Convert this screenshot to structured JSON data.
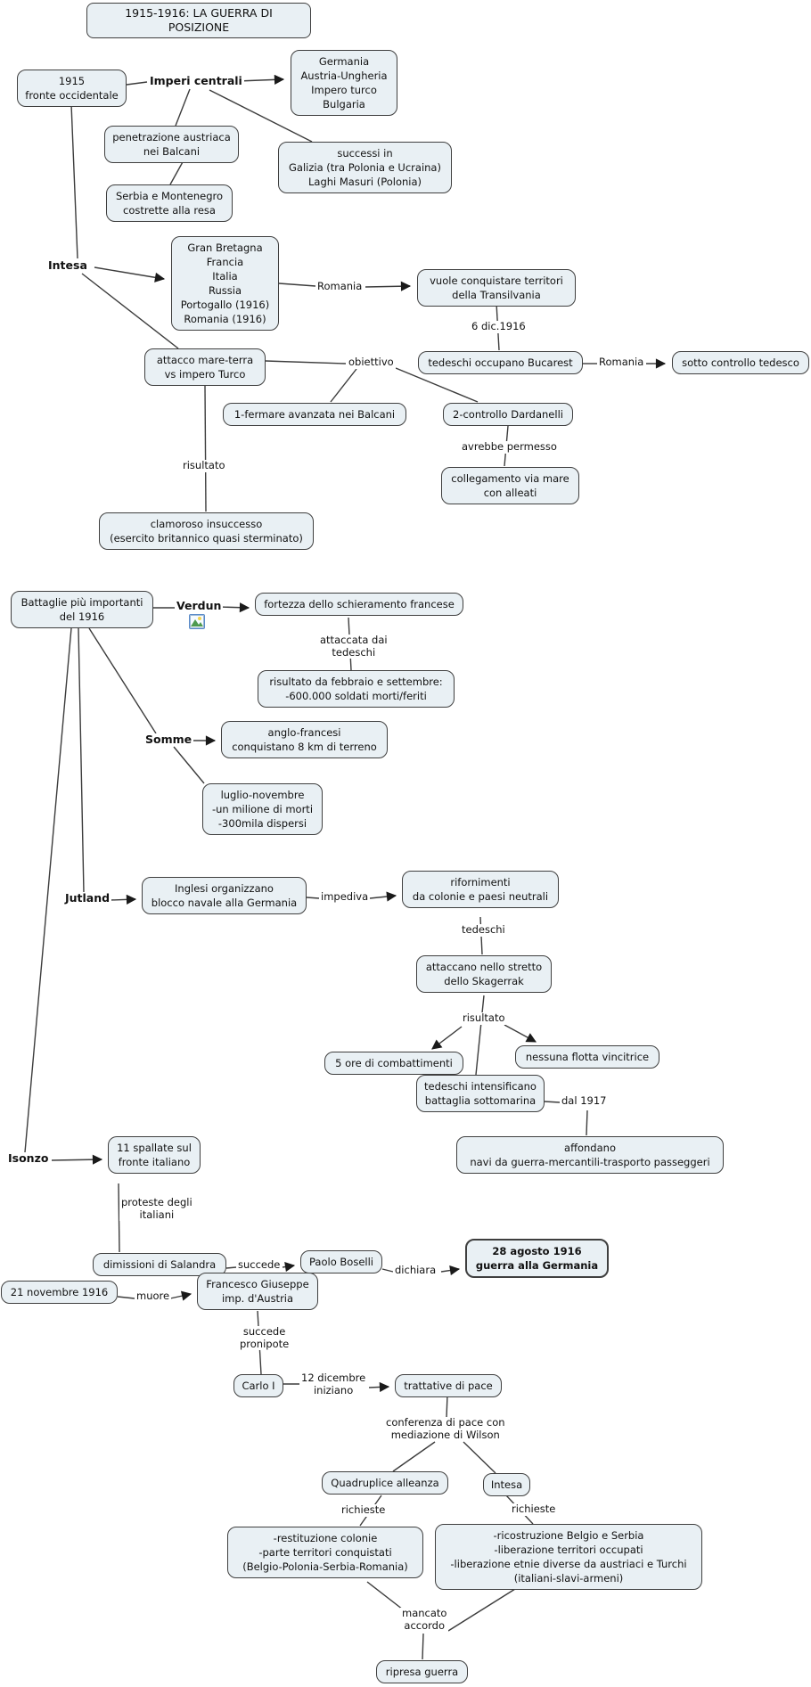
{
  "title": "1915-1916: LA GUERRA DI POSIZIONE",
  "colors": {
    "node_fill": "#e9f0f4",
    "node_border": "#3f3f3f",
    "connector": "#3c3c3c",
    "text": "#111111",
    "icon_border": "#5b8bc9"
  },
  "icons": {
    "verdun_attachment": "picture-icon"
  },
  "nodes": {
    "title_box": "1915-1916: LA GUERRA DI POSIZIONE",
    "fronte_1915": "1915\nfronte occidentale",
    "imperi_membri": "Germania\nAustria-Ungheria\nImpero turco\nBulgaria",
    "penetrazione": "penetrazione austriaca\nnei Balcani",
    "successi": "successi in\nGalizia (tra Polonia e Ucraina)\nLaghi Masuri (Polonia)",
    "serbia": "Serbia e Montenegro\ncostrette alla resa",
    "intesa_membri": "Gran Bretagna\nFrancia\nItalia\nRussia\nPortogallo (1916)\nRomania (1916)",
    "transilvania": "vuole conquistare territori\ndella Transilvania",
    "bucarest": "tedeschi occupano Bucarest",
    "controllo_tedesco": "sotto controllo tedesco",
    "attacco_mare_terra": "attacco mare-terra\nvs impero Turco",
    "fermare_balcani": "1-fermare avanzata nei Balcani",
    "dardanelli": "2-controllo Dardanelli",
    "collegamento": "collegamento via mare\ncon alleati",
    "clamoroso": "clamoroso insuccesso\n(esercito britannico quasi sterminato)",
    "battaglie_1916": "Battaglie più importanti\ndel 1916",
    "fortezza": "fortezza dello schieramento francese",
    "risultato_verdun": "risultato da febbraio e settembre:\n-600.000 soldati morti/feriti",
    "anglo_francesi": "anglo-francesi\nconquistano 8 km di terreno",
    "luglio_novembre": "luglio-novembre\n-un milione di morti\n-300mila dispersi",
    "blocco_navale": "Inglesi organizzano\nblocco navale alla Germania",
    "rifornimenti": "rifornimenti\nda colonie e paesi neutrali",
    "skagerrak": "attaccano nello stretto\ndello Skagerrak",
    "cinque_ore": "5 ore di combattimenti",
    "nessuna_flotta": "nessuna flotta vincitrice",
    "sottomarina": "tedeschi intensificano\nbattaglia sottomarina",
    "affondano": "affondano\nnavi da guerra-mercantili-trasporto passeggeri",
    "spallate": "11 spallate sul\nfronte italiano",
    "dimissioni": "dimissioni di Salandra",
    "boselli": "Paolo Boselli",
    "guerra_germania": "28 agosto 1916\nguerra alla Germania",
    "novembre_21": "21 novembre 1916",
    "francesco_giuseppe": "Francesco Giuseppe\nimp. d'Austria",
    "carlo_i": "Carlo I",
    "trattative": "trattative di pace",
    "quadruplice": "Quadruplice alleanza",
    "intesa_conf": "Intesa",
    "richieste_quadruplice": "-restituzione colonie\n-parte territori conquistati\n(Belgio-Polonia-Serbia-Romania)",
    "richieste_intesa": "-ricostruzione Belgio e Serbia\n-liberazione territori occupati\n-liberazione etnie diverse da austriaci e Turchi\n(italiani-slavi-armeni)",
    "ripresa_guerra": "ripresa guerra"
  },
  "labels": {
    "imperi_centrali": "Imperi centrali",
    "intesa": "Intesa",
    "romania_1": "Romania",
    "dic_6": "6 dic.1916",
    "romania_2": "Romania",
    "obiettivo": "obiettivo",
    "avrebbe_permesso": "avrebbe permesso",
    "risultato_1": "risultato",
    "verdun": "Verdun",
    "attaccata": "attaccata dai\ntedeschi",
    "somme": "Somme",
    "jutland": "Jutland",
    "impediva": "impediva",
    "tedeschi": "tedeschi",
    "risultato_2": "risultato",
    "dal_1917": "dal 1917",
    "isonzo": "Isonzo",
    "proteste": "proteste degli\nitaliani",
    "succede_1": "succede",
    "dichiara": "dichiara",
    "muore": "muore",
    "succede_pronipote": "succede\npronipote",
    "dic_12": "12 dicembre\niniziano",
    "conferenza": "conferenza di pace con\nmediazione di Wilson",
    "richieste_l": "richieste",
    "richieste_r": "richieste",
    "mancato_accordo": "mancato\naccordo"
  }
}
